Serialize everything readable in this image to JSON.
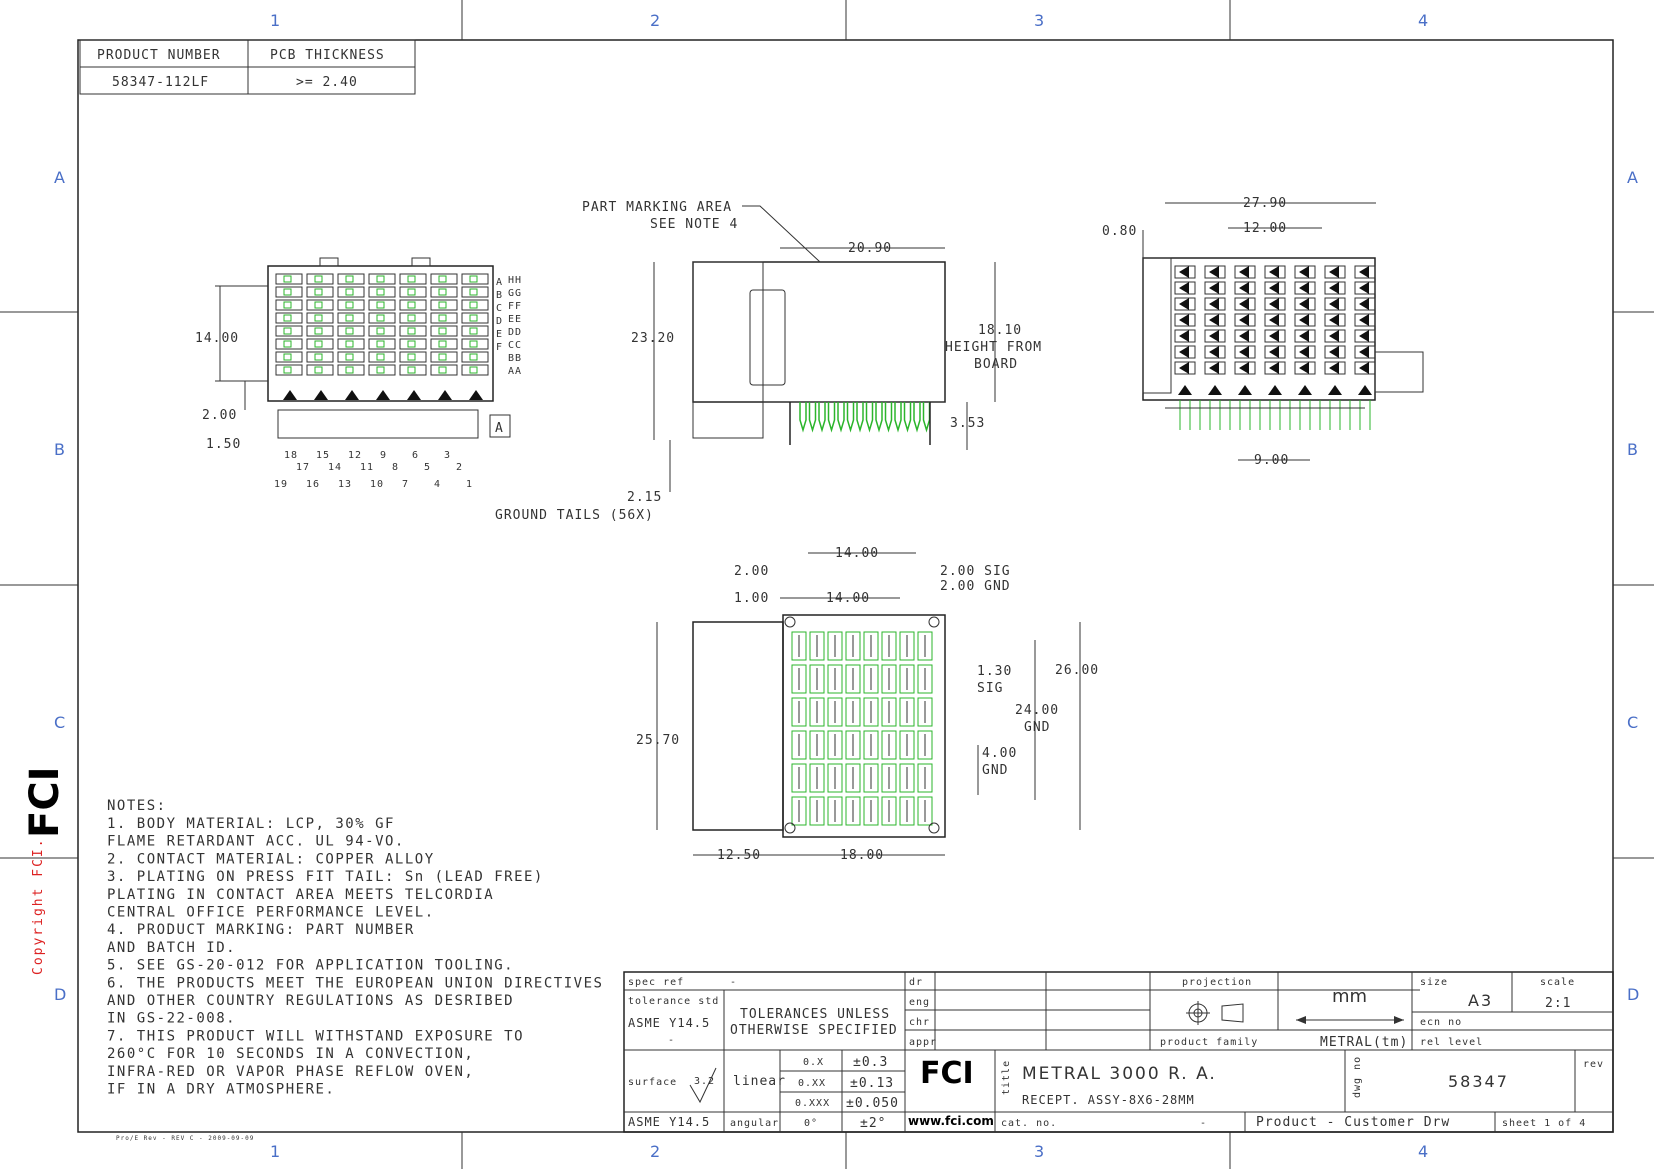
{
  "zones": {
    "cols": [
      "1",
      "2",
      "3",
      "4"
    ],
    "rows": [
      "A",
      "B",
      "C",
      "D"
    ]
  },
  "product_table": {
    "headers": [
      "PRODUCT NUMBER",
      "PCB THICKNESS"
    ],
    "values": [
      "58347-112LF",
      ">= 2.40"
    ]
  },
  "views": {
    "front": {
      "dims": [
        "14.00",
        "2.00",
        "1.50"
      ],
      "row_letters_left": [
        "A",
        "B",
        "C",
        "D",
        "E",
        "F"
      ],
      "row_letters_right": [
        "HH",
        "GG",
        "FF",
        "EE",
        "DD",
        "CC",
        "BB",
        "AA"
      ],
      "datum": "A",
      "pins_top": [
        "18",
        "15",
        "12",
        "9",
        "6",
        "3"
      ],
      "pins_mid": [
        "17",
        "14",
        "11",
        "8",
        "5",
        "2"
      ],
      "pins_bot": [
        "19",
        "16",
        "13",
        "10",
        "7",
        "4",
        "1"
      ]
    },
    "side": {
      "marking": [
        "PART MARKING AREA",
        "SEE NOTE 4"
      ],
      "dims": [
        "20.90",
        "23.20",
        "18.10",
        "HEIGHT FROM",
        "BOARD",
        "3.53",
        "2.15"
      ],
      "ground_tails": "GROUND TAILS (56X)"
    },
    "rear": {
      "dims": [
        "27.90",
        "12.00",
        "0.80",
        "9.00"
      ]
    },
    "bottom": {
      "dims": [
        "14.00",
        "2.00",
        "1.00",
        "14.00",
        "2.00 SIG",
        "2.00 GND",
        "1.30",
        "SIG",
        "26.00",
        "24.00",
        "GND",
        "4.00",
        "GND",
        "25.70",
        "12.50",
        "18.00"
      ]
    }
  },
  "notes": {
    "title": "NOTES:",
    "lines": [
      "1. BODY MATERIAL: LCP, 30% GF",
      "   FLAME RETARDANT ACC. UL 94-VO.",
      "2. CONTACT MATERIAL: COPPER ALLOY",
      "3. PLATING ON PRESS FIT TAIL: Sn (LEAD FREE)",
      "   PLATING IN CONTACT AREA MEETS TELCORDIA",
      "   CENTRAL OFFICE PERFORMANCE LEVEL.",
      "4. PRODUCT MARKING: PART NUMBER",
      "   AND BATCH ID.",
      "5. SEE GS-20-012 FOR APPLICATION TOOLING.",
      "6. THE PRODUCTS MEET THE EUROPEAN UNION DIRECTIVES",
      "   AND  OTHER COUNTRY REGULATIONS AS DESRIBED",
      "   IN GS-22-008.",
      "7. THIS PRODUCT WILL WITHSTAND EXPOSURE TO",
      "   260°C FOR 10 SECONDS IN A CONVECTION,",
      "   INFRA-RED OR VAPOR PHASE REFLOW OVEN,",
      "   IF IN A DRY ATMOSPHERE."
    ]
  },
  "side_text": {
    "logo": "FCI",
    "copyright": "Copyright FCI."
  },
  "footer_small": "Pro/E Rev - REV C - 2009-09-09",
  "title_block": {
    "spec_ref_label": "spec ref",
    "spec_ref_value": "-",
    "tolerance_label": "tolerance std",
    "tolerance_std": "ASME Y14.5",
    "tolerance_dash": "-",
    "tolerances_text": [
      "TOLERANCES UNLESS",
      "OTHERWISE SPECIFIED"
    ],
    "dr": "dr",
    "eng": "eng",
    "chr": "chr",
    "appr": "appr",
    "projection_label": "projection",
    "units": "mm",
    "size_label": "size",
    "size_value": "A3",
    "scale_label": "scale",
    "scale_value": "2:1",
    "ecn_label": "ecn no",
    "product_family_label": "product family",
    "product_family_value": "METRAL(tm)",
    "rel_level": "rel level",
    "surface_label": "surface",
    "surface_value": "3.2",
    "linear_label": "linear",
    "tol_rows": [
      [
        "0.X",
        "±0.3"
      ],
      [
        "0.XX",
        "±0.13"
      ],
      [
        "0.XXX",
        "±0.050"
      ]
    ],
    "angular_std": "ASME Y14.5",
    "angular_label": "angular",
    "angular_value": [
      "0°",
      "±2°"
    ],
    "logo": "FCI",
    "www": "www.fci.com",
    "title_label": "title",
    "title_line1": "METRAL 3000 R. A.",
    "title_line2": "RECEPT. ASSY-8X6-28MM",
    "cat_label": "cat. no.",
    "cat_value": "-",
    "dwg_label": "dwg no",
    "dwg_value": "58347",
    "rev_label": "rev",
    "doc_type": "Product - Customer Drw",
    "sheet": "sheet 1 of 4"
  }
}
